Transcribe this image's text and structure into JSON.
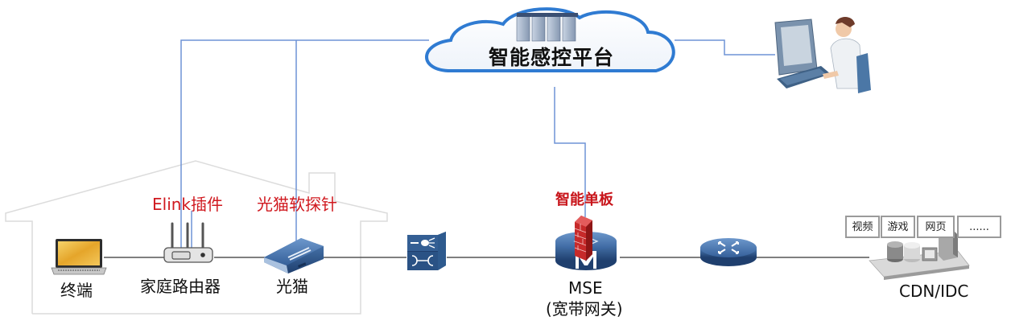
{
  "platform": {
    "title": "智能感控平台",
    "icon": "server-cluster-icon"
  },
  "operator": {
    "icon": "operator-workstation-icon"
  },
  "home_nodes": [
    {
      "id": "terminal",
      "label": "终端",
      "icon": "laptop-icon"
    },
    {
      "id": "home-router",
      "label": "家庭路由器",
      "icon": "wifi-router-icon",
      "annotation": "Elink插件"
    },
    {
      "id": "ont",
      "label": "光猫",
      "icon": "optical-modem-icon",
      "annotation": "光猫软探针"
    }
  ],
  "network_nodes": [
    {
      "id": "olt",
      "label": "",
      "icon": "olt-switch-icon"
    },
    {
      "id": "mse",
      "label": "MSE",
      "sublabel": "(宽带网关)",
      "icon": "mse-router-icon",
      "annotation": "智能单板",
      "annotation_icon": "firewall-icon"
    },
    {
      "id": "core-router",
      "label": "",
      "icon": "core-router-icon"
    },
    {
      "id": "cdn",
      "label": "CDN/IDC",
      "icon": "datacenter-icon"
    }
  ],
  "services": [
    "视频",
    "游戏",
    "网页",
    "......"
  ],
  "colors": {
    "control_line": "#6f93d6",
    "data_line": "#555555",
    "house_outline": "#dcdcdc",
    "annotation_red": "#d0191f",
    "device_blue": "#2e5a8e",
    "cloud_border": "#2f7bd2"
  }
}
